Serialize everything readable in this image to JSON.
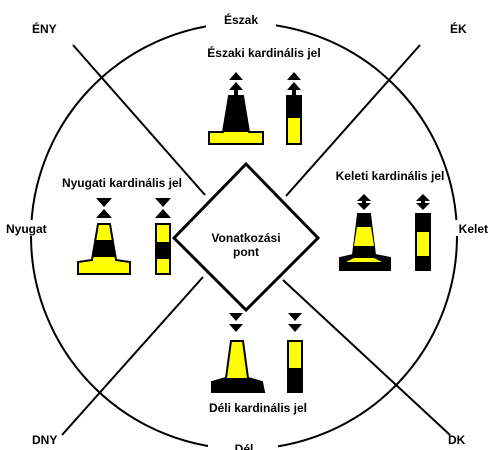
{
  "directions": {
    "north": "Észak",
    "south": "Dél",
    "east": "Kelet",
    "west": "Nyugat",
    "northeast": "ÉK",
    "northwest": "ÉNY",
    "southeast": "DK",
    "southwest": "DNY"
  },
  "center_label": {
    "line1": "Vonatkozási",
    "line2": "pont"
  },
  "marks": {
    "north": "Északi kardinális jel",
    "east": "Keleti kardinális jel",
    "south": "Déli kardinális jel",
    "west": "Nyugati kardinális jel"
  },
  "colors": {
    "yellow": "#ffff00",
    "black": "#000000",
    "background": "#ffffff"
  }
}
